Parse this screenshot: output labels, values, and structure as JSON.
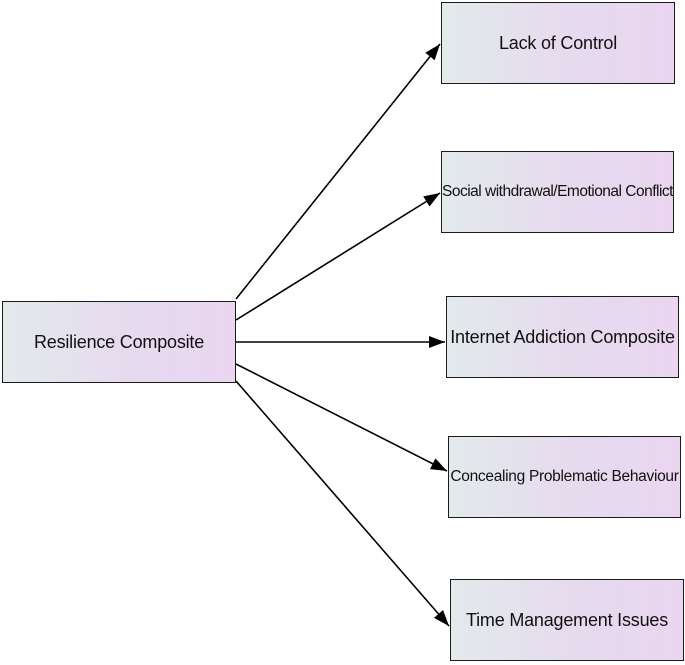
{
  "source": {
    "label": "Resilience Composite"
  },
  "targets": [
    {
      "label": "Lack of Control"
    },
    {
      "label": "Social withdrawal/Emotional Conflict"
    },
    {
      "label": "Internet Addiction Composite"
    },
    {
      "label": "Concealing Problematic Behaviour"
    },
    {
      "label": "Time Management Issues"
    }
  ],
  "colors": {
    "node_border": "#1a1a1a",
    "node_fill_left": "#e3eaec",
    "node_fill_right": "#ead6f1",
    "edge": "#000000"
  }
}
